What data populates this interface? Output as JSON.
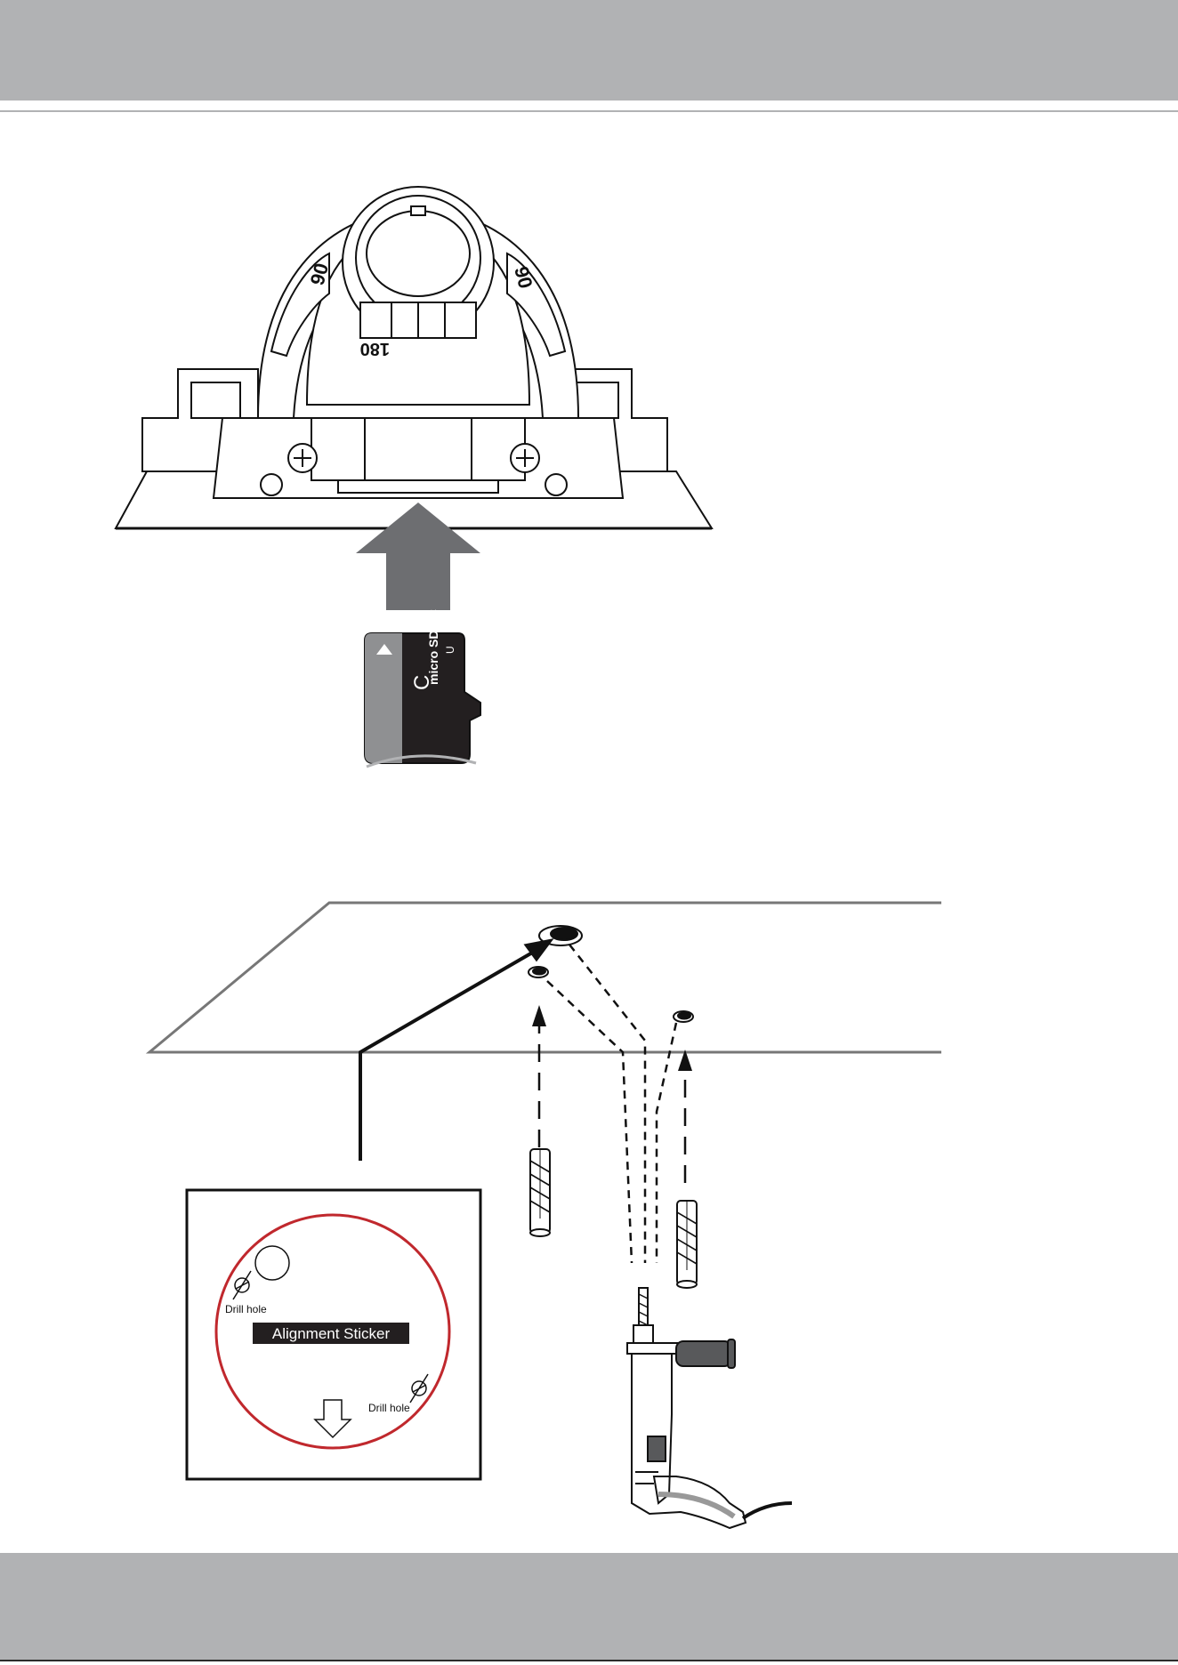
{
  "dome": {
    "tilt_left": "90",
    "tilt_right": "90",
    "tilt_bottom": "180"
  },
  "sd_card": {
    "class_mark": "C",
    "logo": "micro SD XC",
    "uhs_mark": "U"
  },
  "sticker": {
    "title": "Alignment Sticker",
    "drill_hole_1": "Drill hole",
    "drill_hole_2": "Drill hole"
  }
}
